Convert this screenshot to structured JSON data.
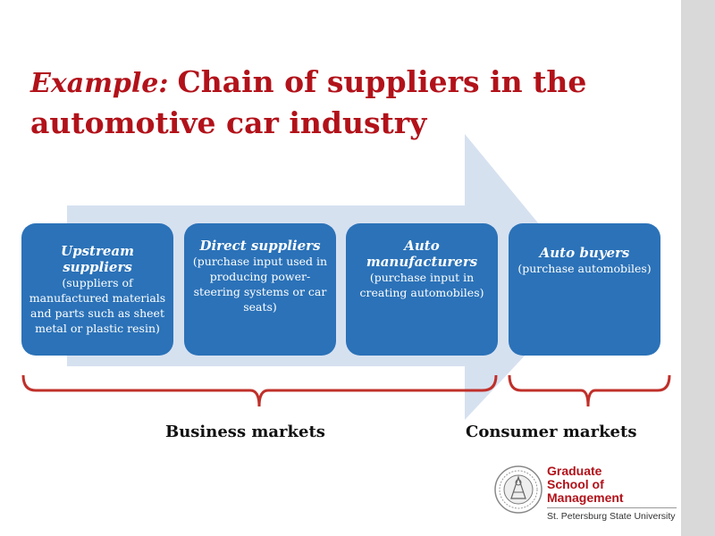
{
  "slide": {
    "title_italic": "Example:",
    "title_main": "Chain of suppliers in the automotive car industry"
  },
  "chain": [
    {
      "title": "Upstream suppliers",
      "detail": "(suppliers of manufactured materials and parts such as sheet metal or plastic resin)"
    },
    {
      "title": "Direct suppliers",
      "detail": "(purchase input used in producing power-steering systems or car seats)"
    },
    {
      "title": "Auto manufacturers",
      "detail": "(purchase input in creating automobiles)"
    },
    {
      "title": "Auto buyers",
      "detail": "(purchase automobiles)"
    }
  ],
  "markets": {
    "business": "Business markets",
    "consumer": "Consumer markets"
  },
  "logo": {
    "line1": "Graduate",
    "line2": "School of Management",
    "line3": "St. Petersburg State University"
  },
  "colors": {
    "title": "#b2121a",
    "box": "#2b72b8",
    "arrow": "#d6e1f0",
    "bracket": "#c0302a",
    "sidebar": "#d9d9d9"
  }
}
